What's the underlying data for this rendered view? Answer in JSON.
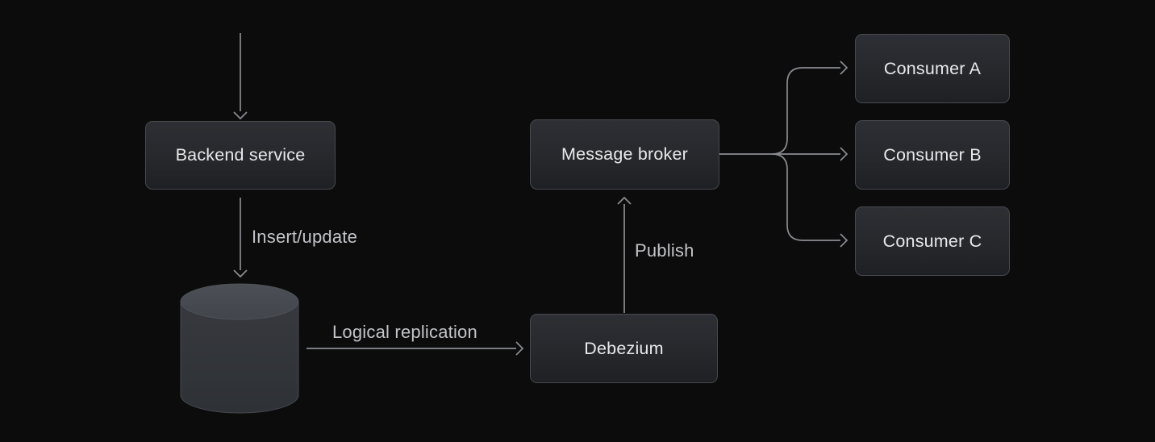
{
  "diagram": {
    "nodes": {
      "backend": {
        "label": "Backend service"
      },
      "database": {
        "shape": "database-cylinder"
      },
      "debezium": {
        "label": "Debezium"
      },
      "broker": {
        "label": "Message broker"
      },
      "consumer_a": {
        "label": "Consumer A"
      },
      "consumer_b": {
        "label": "Consumer B"
      },
      "consumer_c": {
        "label": "Consumer C"
      }
    },
    "edges": {
      "insert_update": {
        "label": "Insert/update"
      },
      "logical_replication": {
        "label": "Logical replication"
      },
      "publish": {
        "label": "Publish"
      }
    },
    "colors": {
      "background": "#0c0c0d",
      "node_fill_top": "#2d2f34",
      "node_fill_bottom": "#1e2024",
      "node_border": "#47494e",
      "node_text": "#e8e9ea",
      "edge_line": "#8b8d91",
      "edge_label": "#c3c4c7",
      "cylinder_top": "#4a4d53",
      "cylinder_body": "#33363b"
    }
  }
}
